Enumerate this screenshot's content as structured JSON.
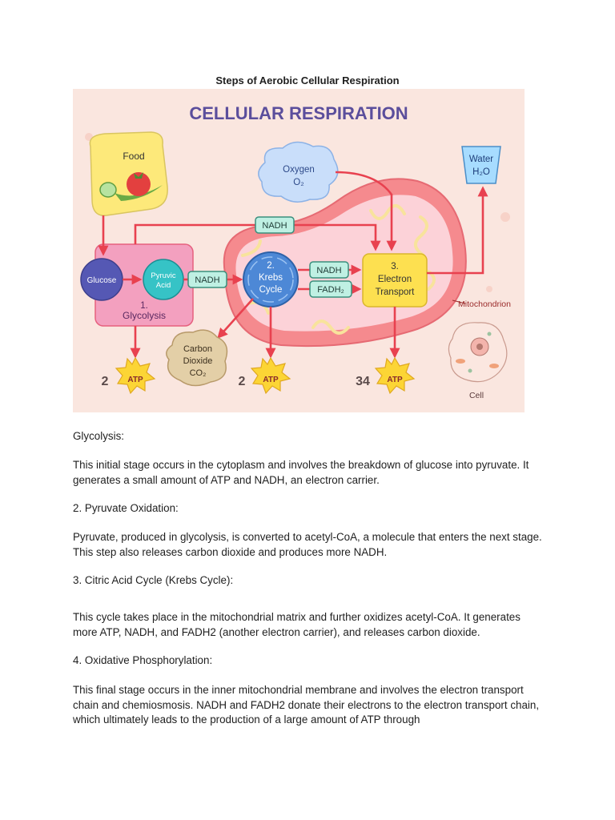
{
  "document": {
    "title": "Steps of Aerobic Cellular Respiration"
  },
  "diagram": {
    "heading": "CELLULAR RESPIRATION",
    "food": "Food",
    "oxygen": "Oxygen",
    "oxygen_formula": "O₂",
    "water": "Water",
    "water_formula": "H₂O",
    "nadh": "NADH",
    "fadh2": "FADH₂",
    "glucose": "Glucose",
    "pyruvic_1": "Pyruvic",
    "pyruvic_2": "Acid",
    "glycolysis_num": "1.",
    "glycolysis_label": "Glycolysis",
    "krebs_num": "2.",
    "krebs_1": "Krebs",
    "krebs_2": "Cycle",
    "electron_num": "3.",
    "electron_1": "Electron",
    "electron_2": "Transport",
    "co2_1": "Carbon",
    "co2_2": "Dioxide",
    "co2_3": "CO₂",
    "atp": "ATP",
    "atp_count_1": "2",
    "atp_count_2": "2",
    "atp_count_3": "34",
    "mitochondrion": "Mitochondrion",
    "cell": "Cell",
    "colors": {
      "background": "#fae6df",
      "arrow": "#e8414f",
      "heading": "#5b4e9c",
      "cytoplasm": "#f3a0bf",
      "mito_outer": "#f58a8e",
      "mito_inner": "#fcd2d8",
      "cristae": "#f8e39c",
      "glucose": "#5558b4",
      "pyruvic": "#36c3c6",
      "krebs": "#4d88d6",
      "electron": "#fde050",
      "atp_star": "#fcd535",
      "oxygen": "#c9defa",
      "water": "#a7dcff",
      "co2": "#e3cfa7",
      "food": "#fde97a"
    }
  },
  "paragraphs": {
    "p1": "Glycolysis:",
    "p2": "This initial stage occurs in the cytoplasm and involves the breakdown of glucose into pyruvate. It generates a small amount of ATP and NADH, an electron carrier.",
    "p3": "2. Pyruvate Oxidation:",
    "p4": "Pyruvate, produced in glycolysis, is converted to acetyl-CoA, a molecule that enters the next stage. This step also releases carbon dioxide and produces more NADH.",
    "p5": "3. Citric Acid Cycle (Krebs Cycle):",
    "p6": "This cycle takes place in the mitochondrial matrix and further oxidizes acetyl-CoA. It generates more ATP, NADH, and FADH2 (another electron carrier), and releases carbon dioxide.",
    "p7": "4. Oxidative Phosphorylation:",
    "p8": "This final stage occurs in the inner mitochondrial membrane and involves the electron transport chain and chemiosmosis. NADH and FADH2 donate their electrons to the electron transport chain, which ultimately leads to the production of a large amount of ATP through"
  }
}
